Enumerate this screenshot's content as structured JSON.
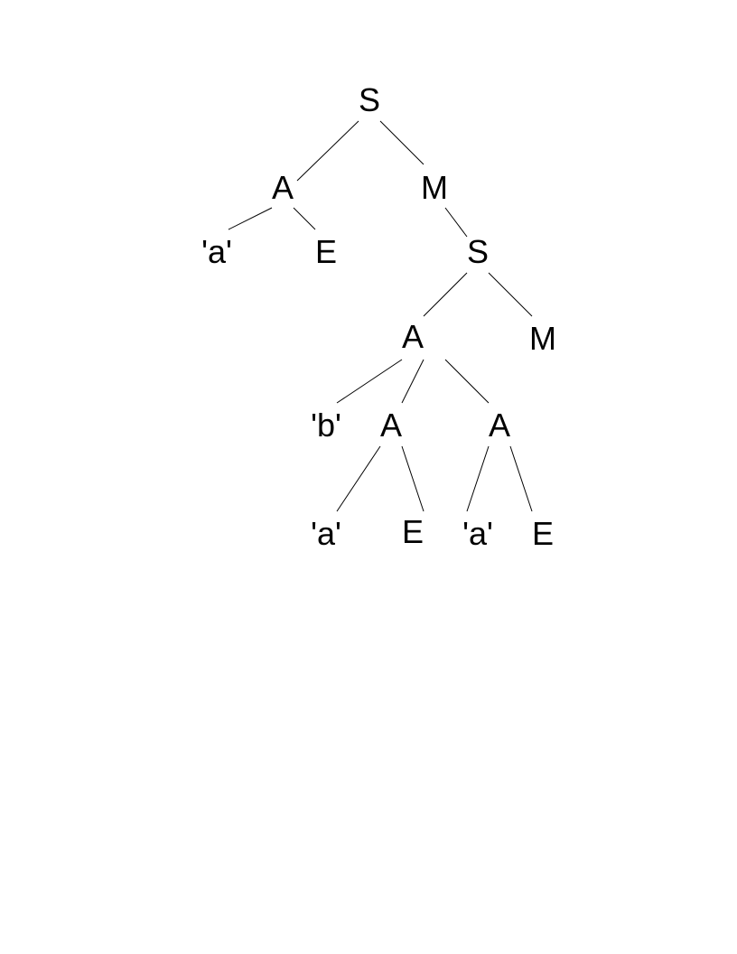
{
  "diagram": {
    "type": "parse-tree",
    "colors": {
      "background": "#ffffff",
      "text": "#000000",
      "edges": "#000000"
    },
    "nodes": [
      {
        "id": "s-root",
        "label": "S"
      },
      {
        "id": "a-left",
        "label": "A"
      },
      {
        "id": "m-right",
        "label": "M"
      },
      {
        "id": "a-left-terminal-a",
        "label": "'a'"
      },
      {
        "id": "a-left-e",
        "label": "E"
      },
      {
        "id": "s-inner",
        "label": "S"
      },
      {
        "id": "a-inner",
        "label": "A"
      },
      {
        "id": "m-inner",
        "label": "M"
      },
      {
        "id": "terminal-b",
        "label": "'b'"
      },
      {
        "id": "a-mid",
        "label": "A"
      },
      {
        "id": "a-right",
        "label": "A"
      },
      {
        "id": "a-mid-terminal-a",
        "label": "'a'"
      },
      {
        "id": "a-mid-e",
        "label": "E"
      },
      {
        "id": "a-right-terminal-a",
        "label": "'a'"
      },
      {
        "id": "a-right-e",
        "label": "E"
      }
    ],
    "edges": [
      {
        "from": "s-root",
        "to": "a-left"
      },
      {
        "from": "s-root",
        "to": "m-right"
      },
      {
        "from": "a-left",
        "to": "a-left-terminal-a"
      },
      {
        "from": "a-left",
        "to": "a-left-e"
      },
      {
        "from": "m-right",
        "to": "s-inner"
      },
      {
        "from": "s-inner",
        "to": "a-inner"
      },
      {
        "from": "s-inner",
        "to": "m-inner"
      },
      {
        "from": "a-inner",
        "to": "terminal-b"
      },
      {
        "from": "a-inner",
        "to": "a-mid"
      },
      {
        "from": "a-inner",
        "to": "a-right"
      },
      {
        "from": "a-mid",
        "to": "a-mid-terminal-a"
      },
      {
        "from": "a-mid",
        "to": "a-mid-e"
      },
      {
        "from": "a-right",
        "to": "a-right-terminal-a"
      },
      {
        "from": "a-right",
        "to": "a-right-e"
      }
    ]
  }
}
